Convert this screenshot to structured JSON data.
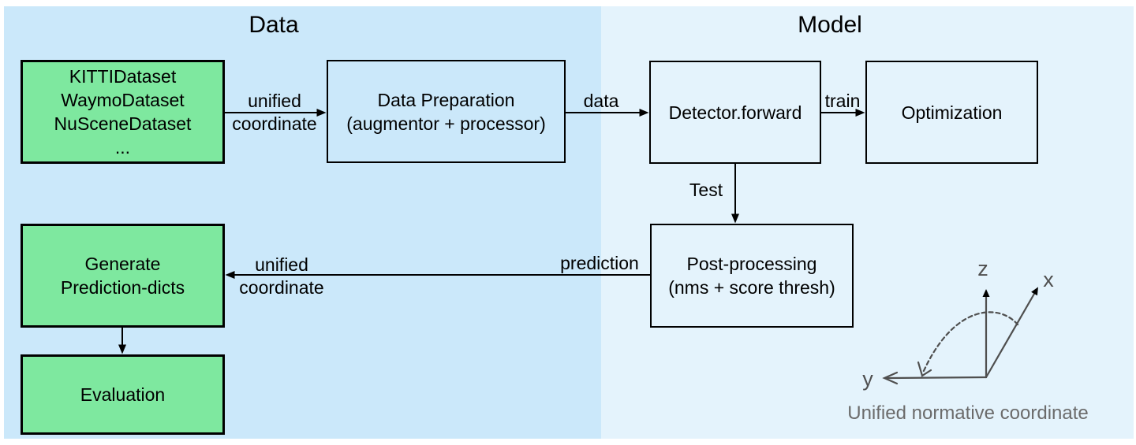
{
  "colors": {
    "data-bg": "#cbe8fa",
    "model-bg": "#e4f3fc",
    "green": "#7ee89f",
    "line": "#000000",
    "axis": "#4f4f4f",
    "caption": "#6b6b6b"
  },
  "sections": {
    "data": {
      "title": "Data"
    },
    "model": {
      "title": "Model"
    }
  },
  "nodes": {
    "datasets": {
      "label": "KITTIDataset\nWaymoDataset\nNuSceneDataset\n..."
    },
    "data_preparation": {
      "label": "Data Preparation\n(augmentor + processor)"
    },
    "detector": {
      "label": "Detector.forward"
    },
    "optimization": {
      "label": "Optimization"
    },
    "post_processing": {
      "label": "Post-processing\n(nms + score thresh)"
    },
    "generate_prediction": {
      "label": "Generate\nPrediction-dicts"
    },
    "evaluation": {
      "label": "Evaluation"
    }
  },
  "edges": {
    "datasets_to_prep": {
      "label": "unified\ncoordinate"
    },
    "prep_to_detector": {
      "label": "data"
    },
    "detector_to_optimization": {
      "label": "train"
    },
    "detector_to_postprocessing": {
      "label": "Test"
    },
    "postprocessing_to_generate": {
      "label_right": "prediction",
      "label_left": "unified\ncoordinate"
    }
  },
  "coordinate_diagram": {
    "axis_z": "z",
    "axis_x": "x",
    "axis_y": "y",
    "caption": "Unified normative coordinate"
  }
}
